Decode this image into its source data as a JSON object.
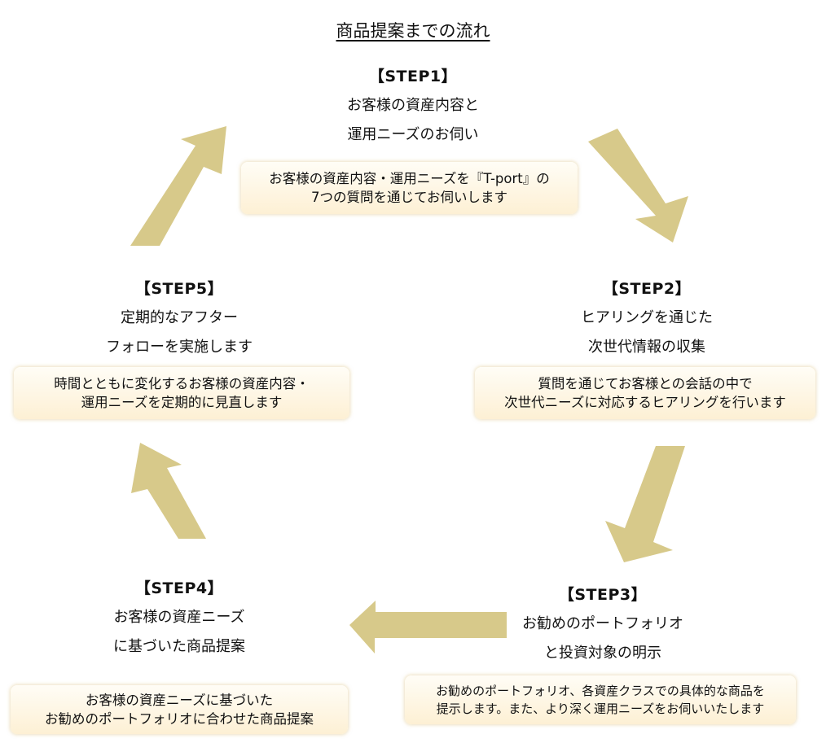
{
  "title": "商品提案までの流れ",
  "colors": {
    "arrow": "#d7c98a",
    "box_top": "#fffdf6",
    "box_bottom": "#fdf0d4"
  },
  "steps": [
    {
      "label": "【STEP1】",
      "lines": [
        "お客様の資産内容と",
        "運用ニーズのお伺い"
      ],
      "desc": [
        "お客様の資産内容・運用ニーズを『T-port』の",
        "7つの質問を通じてお伺いします"
      ]
    },
    {
      "label": "【STEP2】",
      "lines": [
        "ヒアリングを通じた",
        "次世代情報の収集"
      ],
      "desc": [
        "質問を通じてお客様との会話の中で",
        "次世代ニーズに対応するヒアリングを行います"
      ]
    },
    {
      "label": "【STEP3】",
      "lines": [
        "お勧めのポートフォリオ",
        "と投資対象の明示"
      ],
      "desc": [
        "お勧めのポートフォリオ、各資産クラスでの具体的な商品を",
        "提示します。また、より深く運用ニーズをお伺いいたします"
      ]
    },
    {
      "label": "【STEP4】",
      "lines": [
        "お客様の資産ニーズ",
        "に基づいた商品提案"
      ],
      "desc": [
        "お客様の資産ニーズに基づいた",
        "お勧めのポートフォリオに合わせた商品提案"
      ]
    },
    {
      "label": "【STEP5】",
      "lines": [
        "定期的なアフター",
        "フォローを実施します"
      ],
      "desc": [
        "時間とともに変化するお客様の資産内容・",
        "運用ニーズを定期的に見直します"
      ]
    }
  ]
}
